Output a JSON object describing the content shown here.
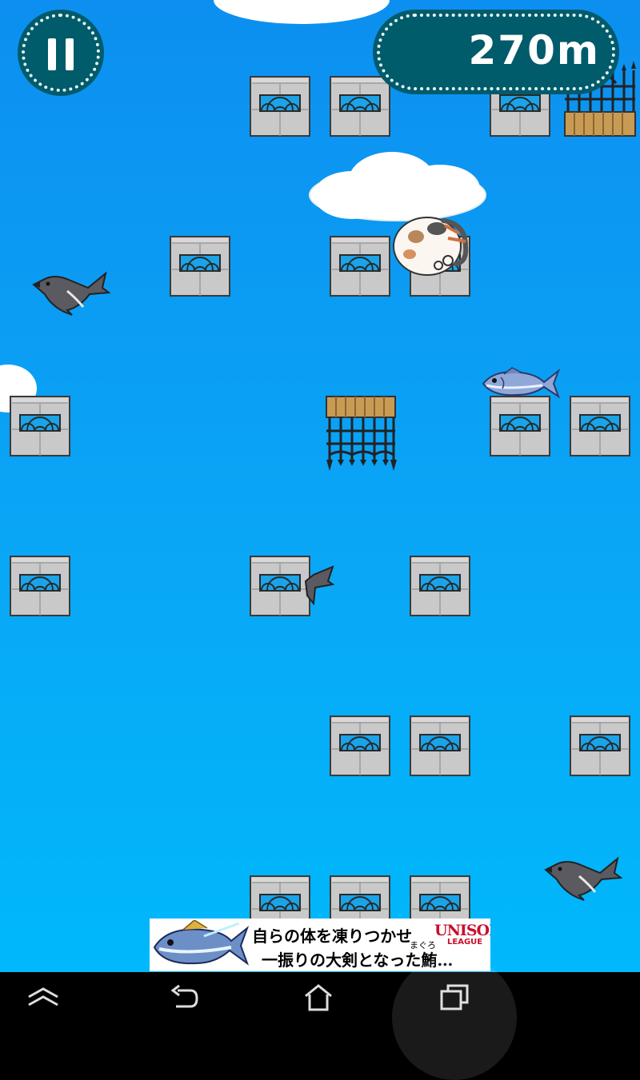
{
  "hud": {
    "pause_icon": "pause-icon",
    "distance": "270m"
  },
  "ad": {
    "line1": "自らの体を凍りつかせ",
    "line2": "一振りの大剣となった鮪…",
    "ruby": "まぐろ",
    "brand": "UNISON",
    "brand_sub": "LEAGUE"
  },
  "navbar": {
    "icons": [
      "back-icon",
      "home-icon",
      "recent-apps-icon",
      "menu-icon"
    ]
  },
  "colors": {
    "hud_bg": "#005b6b",
    "sky_top": "#0c8ff0",
    "sky_bottom": "#00b8fb",
    "block_gray": "#c8c8c8",
    "window_blue": "#1aa3e8"
  }
}
